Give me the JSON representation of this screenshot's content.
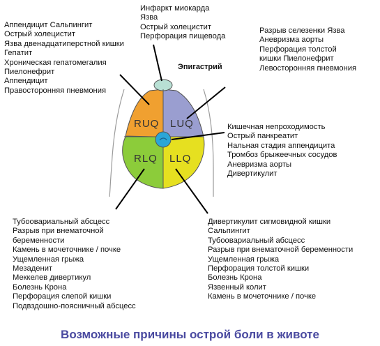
{
  "title": "Возможные причины острой боли в животе",
  "epigastric_label": "Эпигастрий",
  "quadrants": {
    "ruq": {
      "abbr": "RUQ",
      "color": "#f0a030"
    },
    "luq": {
      "abbr": "LUQ",
      "color": "#9a9ed0"
    },
    "rlq": {
      "abbr": "RLQ",
      "color": "#8ccc3a"
    },
    "llq": {
      "abbr": "LLQ",
      "color": "#e6e020"
    },
    "center_color": "#2aa6d8",
    "epigastric_color": "#b8e0d4"
  },
  "lists": {
    "epigastric": [
      "Инфаркт миокарда",
      "Язва",
      "Острый холецистит",
      "Перфорация пищевода"
    ],
    "ruq": [
      "Аппендицит Сальпингит",
      "Острый холецистит",
      "Язва двенадцатиперстной кишки",
      "Гепатит",
      "Хроническая гепатомегалия",
      "Пиелонефрит",
      "Аппендицит",
      "Правосторонняя пневмония"
    ],
    "luq": [
      "Разрыв селезенки Язва",
      "Аневризма аорты",
      "Перфорация толстой",
      "кишки Пиелонефрит",
      "Левосторонняя пневмония"
    ],
    "periumbilical": [
      "Кишечная непроходимость",
      "Острый панкреатит",
      "Нальная стадия аппендицита",
      "Тромбоз брыжеечных сосудов",
      "Аневризма аорты",
      "Дивертикулит"
    ],
    "rlq": [
      "Тубоовариальный абсцесс",
      "Разрыв при внематочной",
      "беременности",
      "Камень в мочеточнике / почке",
      "Ущемленная грыжа",
      "Мезаденит",
      "Меккелев дивертикул",
      "Болезнь Крона",
      "Перфорация слепой кишки",
      "Подвздошно-поясничный абсцесс"
    ],
    "llq": [
      "Дивертикулит сигмовидной кишки",
      "Сальпингит",
      "Тубоовариальный абсцесс",
      "Разрыв при внематочной беременности",
      "Ущемленная грыжа",
      "Перфорация толстой кишки",
      "Болезнь Крона",
      "Язвенный колит",
      "Камень в мочеточнике / почке"
    ]
  }
}
